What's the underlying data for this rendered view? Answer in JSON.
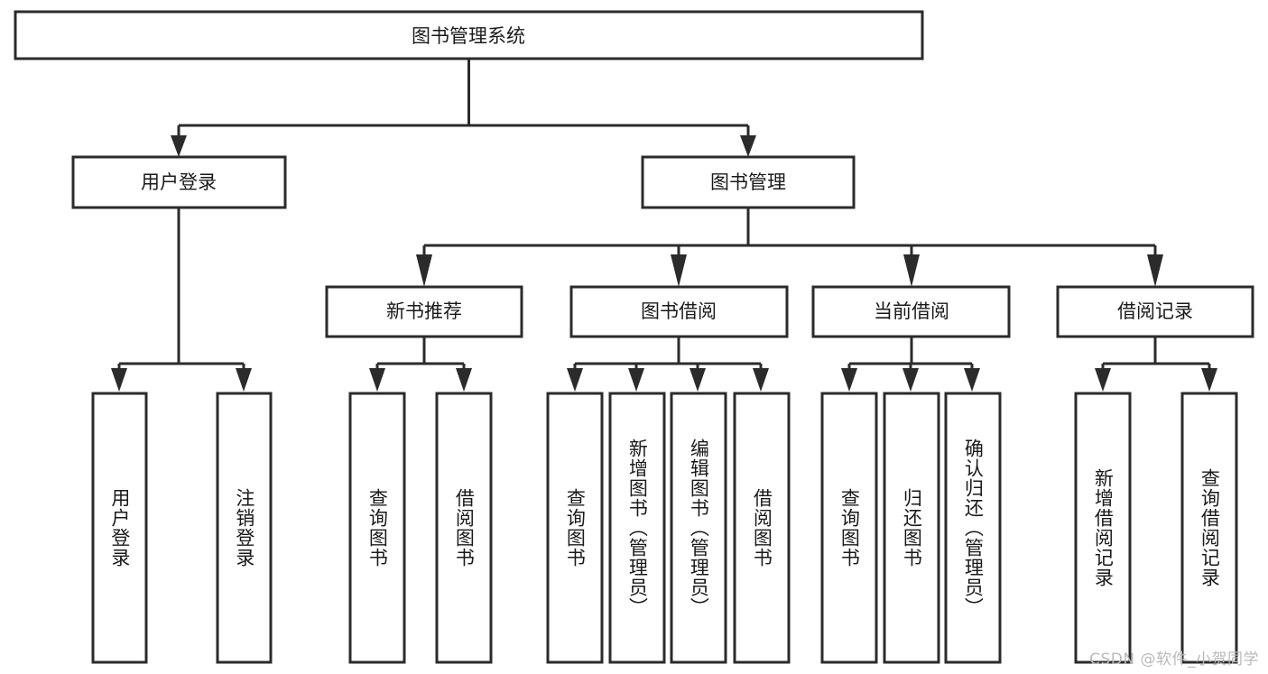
{
  "diagram": {
    "title": "图书管理系统",
    "type": "tree-hierarchy-chart",
    "colors": {
      "box_stroke": "#2b2b2b",
      "box_fill": "#ffffff",
      "connector": "#2b2b2b",
      "text": "#1a1a1a",
      "background": "#ffffff",
      "watermark": "#b9b9b9"
    },
    "root": {
      "label": "图书管理系统"
    },
    "level2": [
      {
        "label": "用户登录"
      },
      {
        "label": "图书管理"
      }
    ],
    "level3": [
      {
        "label": "新书推荐"
      },
      {
        "label": "图书借阅"
      },
      {
        "label": "当前借阅"
      },
      {
        "label": "借阅记录"
      }
    ],
    "leaves": {
      "user_login": [
        {
          "label": "用户登录"
        },
        {
          "label": "注销登录"
        }
      ],
      "new_book_recommend": [
        {
          "label": "查询图书"
        },
        {
          "label": "借阅图书"
        }
      ],
      "book_borrow": [
        {
          "label": "查询图书"
        },
        {
          "label": "新增图书（管理员）"
        },
        {
          "label": "编辑图书（管理员）"
        },
        {
          "label": "借阅图书"
        }
      ],
      "current_borrow": [
        {
          "label": "查询图书"
        },
        {
          "label": "归还图书"
        },
        {
          "label": "确认归还（管理员）"
        }
      ],
      "borrow_record": [
        {
          "label": "新增借阅记录"
        },
        {
          "label": "查询借阅记录"
        }
      ]
    },
    "watermark": "CSDN @软件_小贺同学"
  }
}
